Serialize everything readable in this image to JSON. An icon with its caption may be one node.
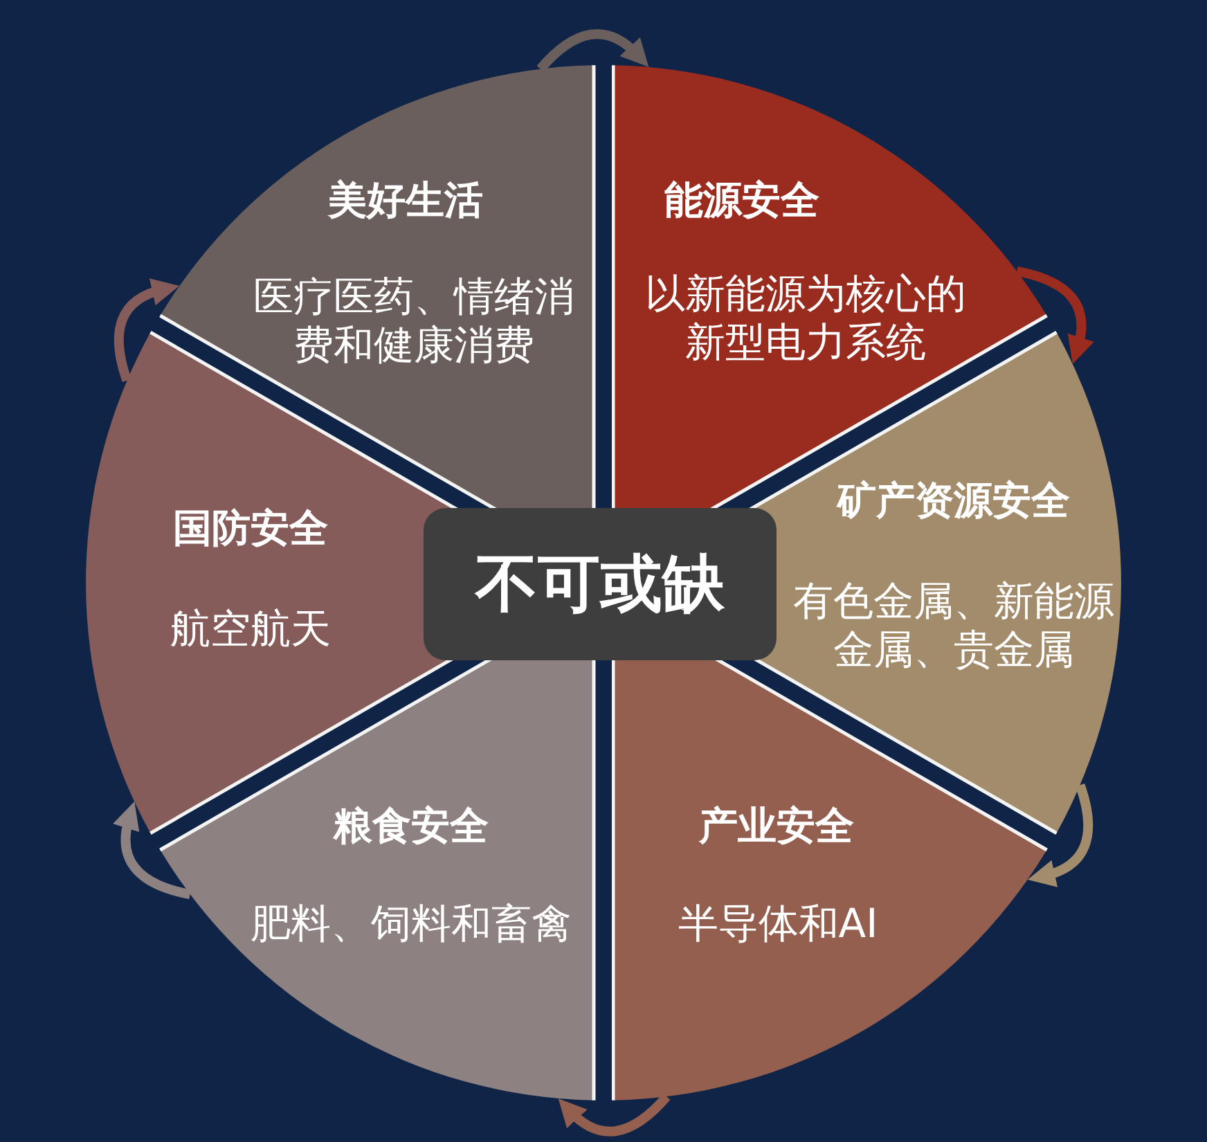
{
  "diagram": {
    "nodes": [
      {
        "text": [
          "美好生活",
          "医疗医药、情绪消费和健康消费"
        ]
      },
      {
        "text": [
          "能源安全",
          "以新能源为核心的新型电力系统"
        ]
      },
      {
        "text": [
          "矿产资源安全",
          "有色金属、新能源金属、贵金属"
        ]
      },
      {
        "text": [
          "产业安全",
          "半导体和AI"
        ]
      },
      {
        "text": [
          "粮食安全",
          "肥料、饲料和畜禽"
        ]
      },
      {
        "text": [
          "国防安全",
          "航空航天"
        ]
      },
      {
        "text": [
          "不可或缺"
        ]
      }
    ],
    "edges": [
      {
        "from": 0,
        "to": 1,
        "arrow": "to"
      },
      {
        "from": 1,
        "to": 2,
        "arrow": "to"
      },
      {
        "from": 2,
        "to": 3,
        "arrow": "to"
      },
      {
        "from": 3,
        "to": 4,
        "arrow": "to"
      },
      {
        "from": 4,
        "to": 5,
        "arrow": "to"
      },
      {
        "from": 5,
        "to": 0,
        "arrow": "to"
      }
    ]
  }
}
